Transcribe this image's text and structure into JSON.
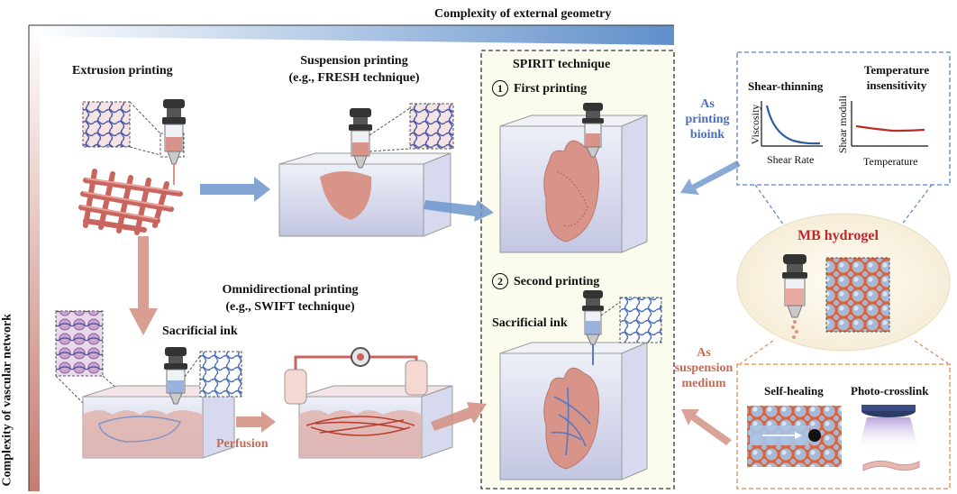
{
  "axes": {
    "top_label": "Complexity of external geometry",
    "left_label": "Complexity of vascular network"
  },
  "stages": {
    "extrusion": "Extrusion printing",
    "suspension_1": "Suspension printing",
    "suspension_2": "(e.g., FRESH technique)",
    "omni_1": "Omnidirectional printing",
    "omni_2": "(e.g., SWIFT technique)",
    "sacrificial_ink": "Sacrificial ink",
    "perfusion": "Perfusion"
  },
  "spirit": {
    "title": "SPIRIT technique",
    "step1_num": "1",
    "step1": "First printing",
    "step2_num": "2",
    "step2": "Second printing",
    "sacrificial_ink": "Sacrificial ink"
  },
  "mb_hydrogel": {
    "title": "MB hydrogel",
    "as_bioink_1": "As",
    "as_bioink_2": "printing",
    "as_bioink_3": "bioink",
    "as_medium_1": "As",
    "as_medium_2": "suspension",
    "as_medium_3": "medium"
  },
  "properties": {
    "shear_thinning": "Shear-thinning",
    "temp_insens_1": "Temperature",
    "temp_insens_2": "insensitivity",
    "viscosity": "Viscosity",
    "shear_rate": "Shear Rate",
    "shear_moduli": "Shear moduli",
    "temperature": "Temperature",
    "self_healing": "Self-healing",
    "photo_crosslink": "Photo-crosslink"
  },
  "colors": {
    "blue_arrow": "#6d95cc",
    "tissue_arrow": "#d49385",
    "hydrogel_red": "#c0272d",
    "tissue": "#d89488",
    "dashed_blue": "#5a84c8",
    "dashed_orange": "#e0894d"
  }
}
